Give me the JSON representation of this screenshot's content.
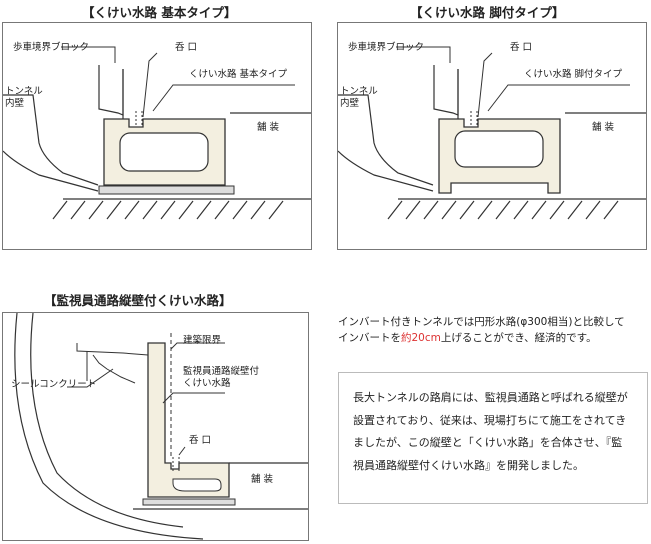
{
  "figures": [
    {
      "title": "【くけい水路 基本タイプ】",
      "labels": {
        "block": "歩車境界ブロック",
        "inlet": "呑 口",
        "channel": "くけい水路 基本タイプ",
        "tunnel": "トンネル\n内壁",
        "pavement": "舗 装"
      }
    },
    {
      "title": "【くけい水路 脚付タイプ】",
      "labels": {
        "block": "歩車境界ブロック",
        "inlet": "呑 口",
        "channel": "くけい水路 脚付タイプ",
        "tunnel": "トンネル\n内壁",
        "pavement": "舗 装"
      }
    },
    {
      "title": "【監視員通路縦壁付くけい水路】",
      "labels": {
        "clearance": "建築限界",
        "product": "監視員通路縦壁付\nくけい水路",
        "seal": "シールコンクリート",
        "inlet": "呑 口",
        "pavement": "舗 装"
      }
    }
  ],
  "note": {
    "line1": "インバート付きトンネルでは円形水路(φ300相当)と比較して",
    "line2_pre": "インバートを",
    "line2_red": "約20cm",
    "line2_post": "上げることができ、経済的です。"
  },
  "description": "長大トンネルの路肩には、監視員通路と呼ばれる縦壁が設置されており、従来は、現場打ちにて施工をされてきましたが、この縦壁と「くけい水路」を合体させ、『監視員通路縦壁付くけい水路』を開発しました。",
  "colors": {
    "product_fill": "#f3efe0",
    "accent": "#d33333",
    "line": "#333333"
  }
}
